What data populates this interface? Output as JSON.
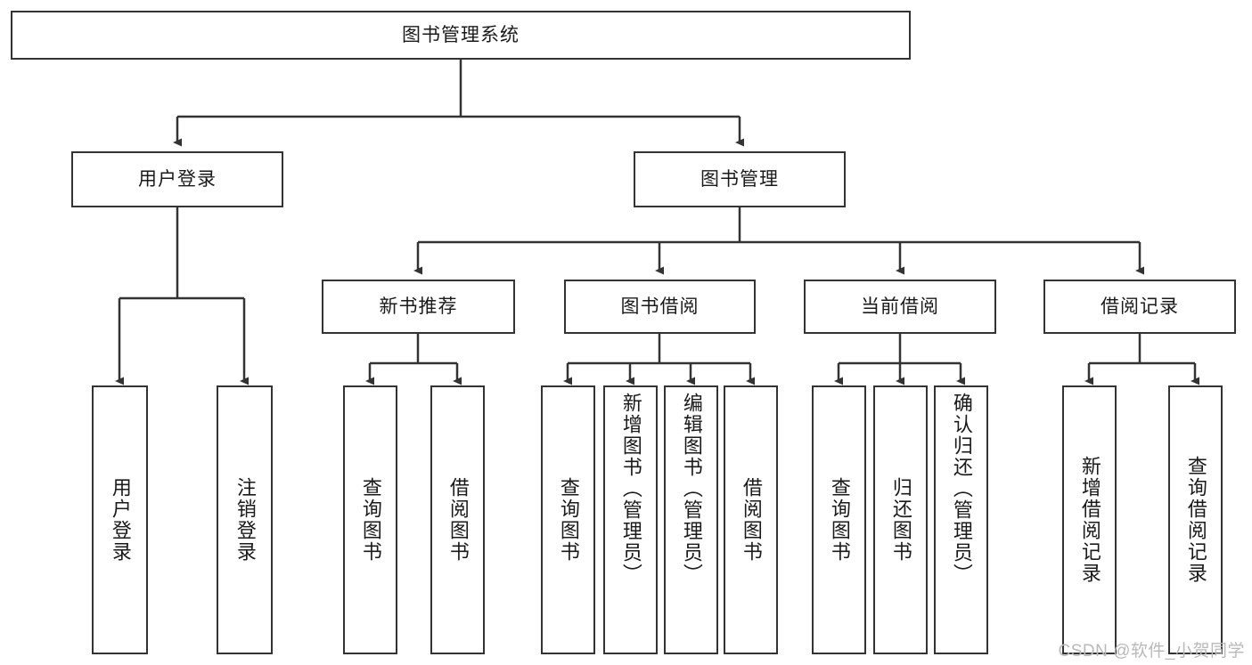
{
  "diagram": {
    "title": "图书管理系统",
    "watermark": "CSDN @软件_小贺同学",
    "line_color": "#333333",
    "box_fill": "#ffffff",
    "text_color": "#1a1a1a",
    "root": {
      "label": "图书管理系统"
    },
    "level2": [
      {
        "label": "用户登录"
      },
      {
        "label": "图书管理"
      }
    ],
    "level3": [
      {
        "label": "新书推荐"
      },
      {
        "label": "图书借阅"
      },
      {
        "label": "当前借阅"
      },
      {
        "label": "借阅记录"
      }
    ],
    "leaves": {
      "user_login": [
        {
          "label": "用户登录"
        },
        {
          "label": "注销登录"
        }
      ],
      "new_book": [
        {
          "label": "查询图书"
        },
        {
          "label": "借阅图书"
        }
      ],
      "book_borrow": [
        {
          "label": "查询图书"
        },
        {
          "label": "新增图书（管理员）"
        },
        {
          "label": "编辑图书（管理员）"
        },
        {
          "label": "借阅图书"
        }
      ],
      "current_borrow": [
        {
          "label": "查询图书"
        },
        {
          "label": "归还图书"
        },
        {
          "label": "确认归还（管理员）"
        }
      ],
      "borrow_record": [
        {
          "label": "新增借阅记录"
        },
        {
          "label": "查询借阅记录"
        }
      ]
    }
  }
}
